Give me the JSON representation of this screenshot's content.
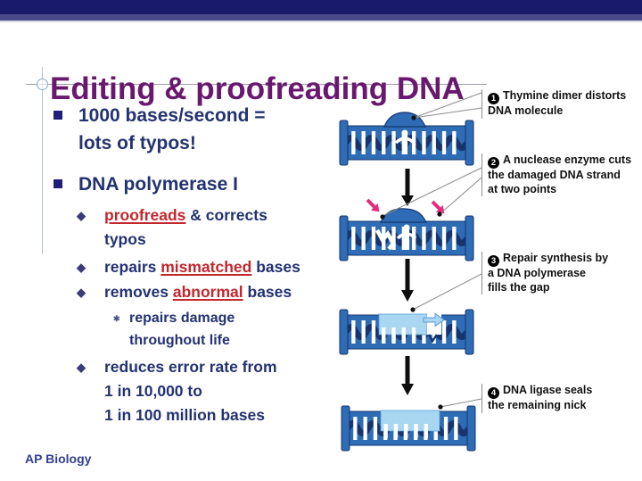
{
  "slide": {
    "title": "Editing & proofreading DNA",
    "footer": "AP Biology"
  },
  "outline": {
    "item1": {
      "line1": "1000 bases/second =",
      "line2": "lots of typos!"
    },
    "item2": {
      "line1": "DNA polymerase I"
    },
    "sub1": {
      "red": "proofreads",
      "rest": " & corrects",
      "line2": "typos"
    },
    "sub2": {
      "pre": "repairs ",
      "red": "mismatched",
      "post": " bases"
    },
    "sub3": {
      "pre": "removes ",
      "red": "abnormal",
      "post": " bases"
    },
    "note": {
      "line1": "repairs damage",
      "line2": "throughout life"
    },
    "sub4": {
      "line1": "reduces error rate from",
      "line2": "1 in 10,000 to",
      "line3": "1 in 100 million bases"
    },
    "glyphs": {
      "diamond": "◆",
      "star": "✱"
    }
  },
  "diagram": {
    "steps": [
      {
        "num": "1",
        "lines": [
          "Thymine dimer distorts",
          "DNA molecule"
        ]
      },
      {
        "num": "2",
        "lines": [
          "A nuclease enzyme cuts",
          "the damaged DNA strand",
          "at two points"
        ]
      },
      {
        "num": "3",
        "lines": [
          "Repair synthesis by",
          "a DNA polymerase",
          "fills the gap"
        ]
      },
      {
        "num": "4",
        "lines": [
          "DNA ligase seals",
          "the remaining nick"
        ]
      }
    ],
    "colors": {
      "dna_blue": "#2E6CB5",
      "dna_dark": "#16356E",
      "repair_light_blue": "#A9D7F2",
      "cut_arrow_pink": "#E52B7E",
      "leader_gray": "#8C8C8C",
      "step_arrow_black": "#0D0D0D"
    }
  },
  "theme": {
    "top_band": "#1A1A6B",
    "top_band_secondary": "#4A4A8A",
    "title_purple": "#68186E",
    "body_navy": "#233271",
    "highlight_red": "#C1272D"
  }
}
